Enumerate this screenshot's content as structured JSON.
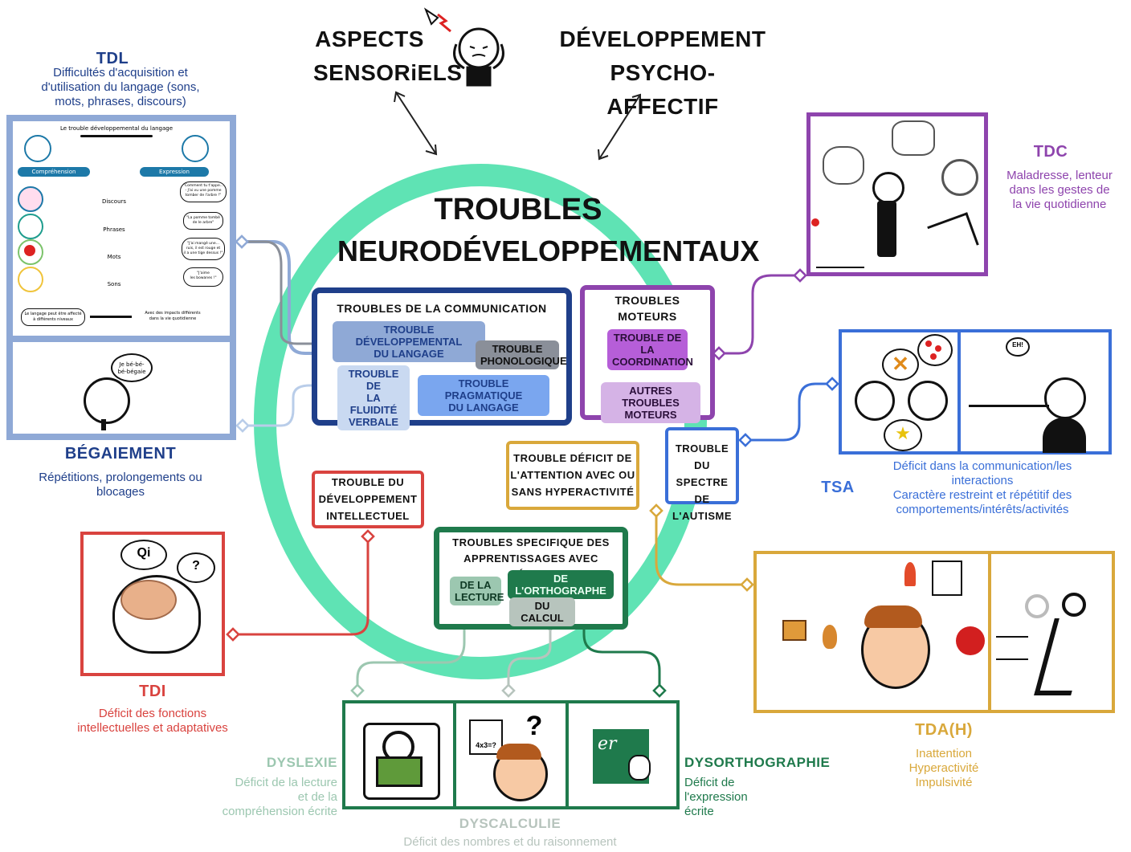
{
  "colors": {
    "ring": "#5fe3b4",
    "communication": "#1f3f8a",
    "motor": "#8e44ad",
    "tdc": "#8e44ad",
    "tsa": "#3a6fd8",
    "tdah": "#d9a83b",
    "tdi": "#d9433f",
    "learning": "#1f7a4c",
    "dyslexie": "#9cc7b0",
    "tdl": "#8fa9d6",
    "tdl_text": "#1f3f8a"
  },
  "top": {
    "sensory": "ASPECTS\nSENSORiELS",
    "affective": "DÉVELOPPEMENT PSYCHO-\nAFFECTIF"
  },
  "center": {
    "title_line1": "TROUBLES",
    "title_line2": "NEURODÉVELOPPEMENTAUX",
    "communication_title": "TROUBLES DE LA COMMUNICATION",
    "tdl_tag": "TROUBLE DÉVELOPPEMENTAL\nDU LANGAGE",
    "phono_tag": "TROUBLE\nPHONOLOGIQUE",
    "fluidite_tag": "TROUBLE DE\nLA FLUIDITÉ\nVERBALE",
    "pragma_tag": "TROUBLE PRAGMATIQUE\nDU LANGAGE",
    "motor_title": "TROUBLES\nMOTEURS",
    "coord_tag": "TROUBLE DE\nLA\nCOORDINATION",
    "autres_tag": "AUTRES TROUBLES\nMOTEURS",
    "tdah_box": "TROUBLE DÉFICIT DE\nL'ATTENTION AVEC OU\nSANS HYPERACTIVITÉ",
    "tsa_box": "TROUBLE DU\nSPECTRE DE\nL'AUTISME",
    "tdi_box": "TROUBLE DU\nDÉVELOPPEMENT\nINTELLECTUEL",
    "learning_title": "TROUBLES SPECIFIQUE DES\nAPPRENTISSAGES AVEC DÉFICIT",
    "lecture_tag": "DE LA\nLECTURE",
    "ortho_tag": "DE L'ORTHOGRAPHE",
    "calcul_tag": "DU CALCUL"
  },
  "tdl": {
    "title": "TDL",
    "desc": "Difficultés d'acquisition et\nd'utilisation du langage (sons,\nmots, phrases, discours)",
    "inner_title": "Le trouble développemental du langage",
    "comprehension": "Compréhension",
    "expression": "Expression",
    "levels": [
      "Discours",
      "Phrases",
      "Mots",
      "Sons"
    ],
    "bubbles": [
      "\"Comment tu t'appe...\n- J'ai vu une pomme\ntomber de l'arbre !\"",
      "\"La pomme tombé\nde le arbre\"",
      "\"J'ai mangé une...\nruis, il est rouge et\nil a une tige dessus !\"",
      "\"J'aime\nles bowanes !\""
    ],
    "footer_left": "Le langage peut être affecté\nà différents niveaux",
    "footer_right": "Avec des impacts différents\ndans la vie quotidienne"
  },
  "begaiement": {
    "bubble": "Je bé-bé-\nbé-bégaie",
    "title": "BÉGAIEMENT",
    "desc": "Répétitions, prolongements ou\nblocages"
  },
  "tdi": {
    "title": "TDI",
    "desc": "Déficit des fonctions\nintellectuelles et adaptatives",
    "bubble": "Qi"
  },
  "tdc": {
    "title": "TDC",
    "desc": "Maladresse, lenteur\ndans les gestes de\nla vie quotidienne"
  },
  "tsa": {
    "title": "TSA",
    "desc": "Déficit dans la communication/les\ninteractions\nCaractère restreint et répétitif des\ncomportements/intérêts/activités",
    "bubble": "EH!"
  },
  "tdah": {
    "title": "TDA(H)",
    "desc": "Inattention\nHyperactivité\nImpulsivité"
  },
  "dys": {
    "dyslexie_title": "DYSLEXIE",
    "dyslexie_desc": "Déficit de la lecture\net de la\ncompréhension écrite",
    "dyscalculie_title": "DYSCALCULIE",
    "dyscalculie_desc": "Déficit des nombres et du raisonnement",
    "dysortho_title": "DYSORTHOGRAPHIE",
    "dysortho_desc": "Déficit de\nl'expression\nécrite",
    "calc_card": "4x3=?",
    "question": "?"
  }
}
